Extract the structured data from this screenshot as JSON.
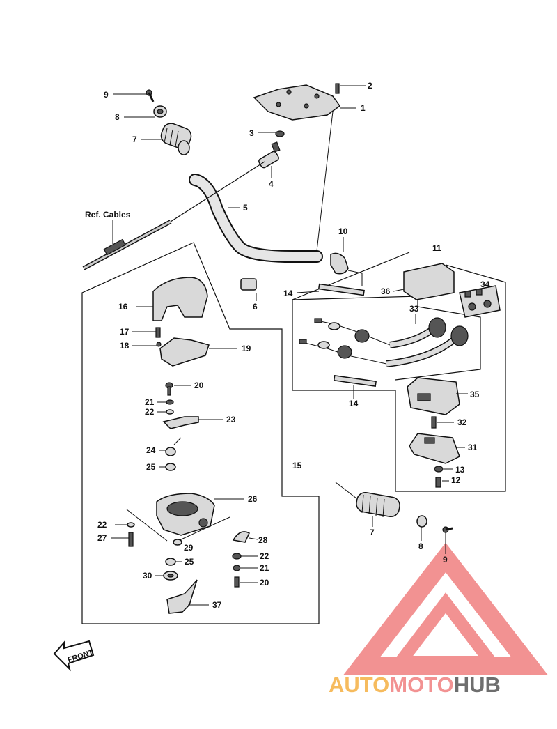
{
  "labels": {
    "l1": "1",
    "l2": "2",
    "l3": "3",
    "l4": "4",
    "l5": "5",
    "l6": "6",
    "l7a": "7",
    "l7b": "7",
    "l8a": "8",
    "l8b": "8",
    "l9a": "9",
    "l9b": "9",
    "l10": "10",
    "l11": "11",
    "l12": "12",
    "l13": "13",
    "l14a": "14",
    "l14b": "14",
    "l15": "15",
    "l16": "16",
    "l17": "17",
    "l18": "18",
    "l19": "19",
    "l20a": "20",
    "l20b": "20",
    "l21a": "21",
    "l21b": "21",
    "l22a": "22",
    "l22b": "22",
    "l22c": "22",
    "l23": "23",
    "l24": "24",
    "l25a": "25",
    "l25b": "25",
    "l26": "26",
    "l27": "27",
    "l28": "28",
    "l29": "29",
    "l30": "30",
    "l31": "31",
    "l32": "32",
    "l33": "33",
    "l34": "34",
    "l35": "35",
    "l36": "36",
    "l37": "37",
    "refCables": "Ref. Cables"
  },
  "front_arrow": "FRONT",
  "watermark": {
    "text_auto": "AUTO",
    "text_moto": "MOTO",
    "text_hub": "HUB",
    "color_orange": "#f5b042",
    "color_red": "#f08080",
    "color_gray": "#555555"
  }
}
